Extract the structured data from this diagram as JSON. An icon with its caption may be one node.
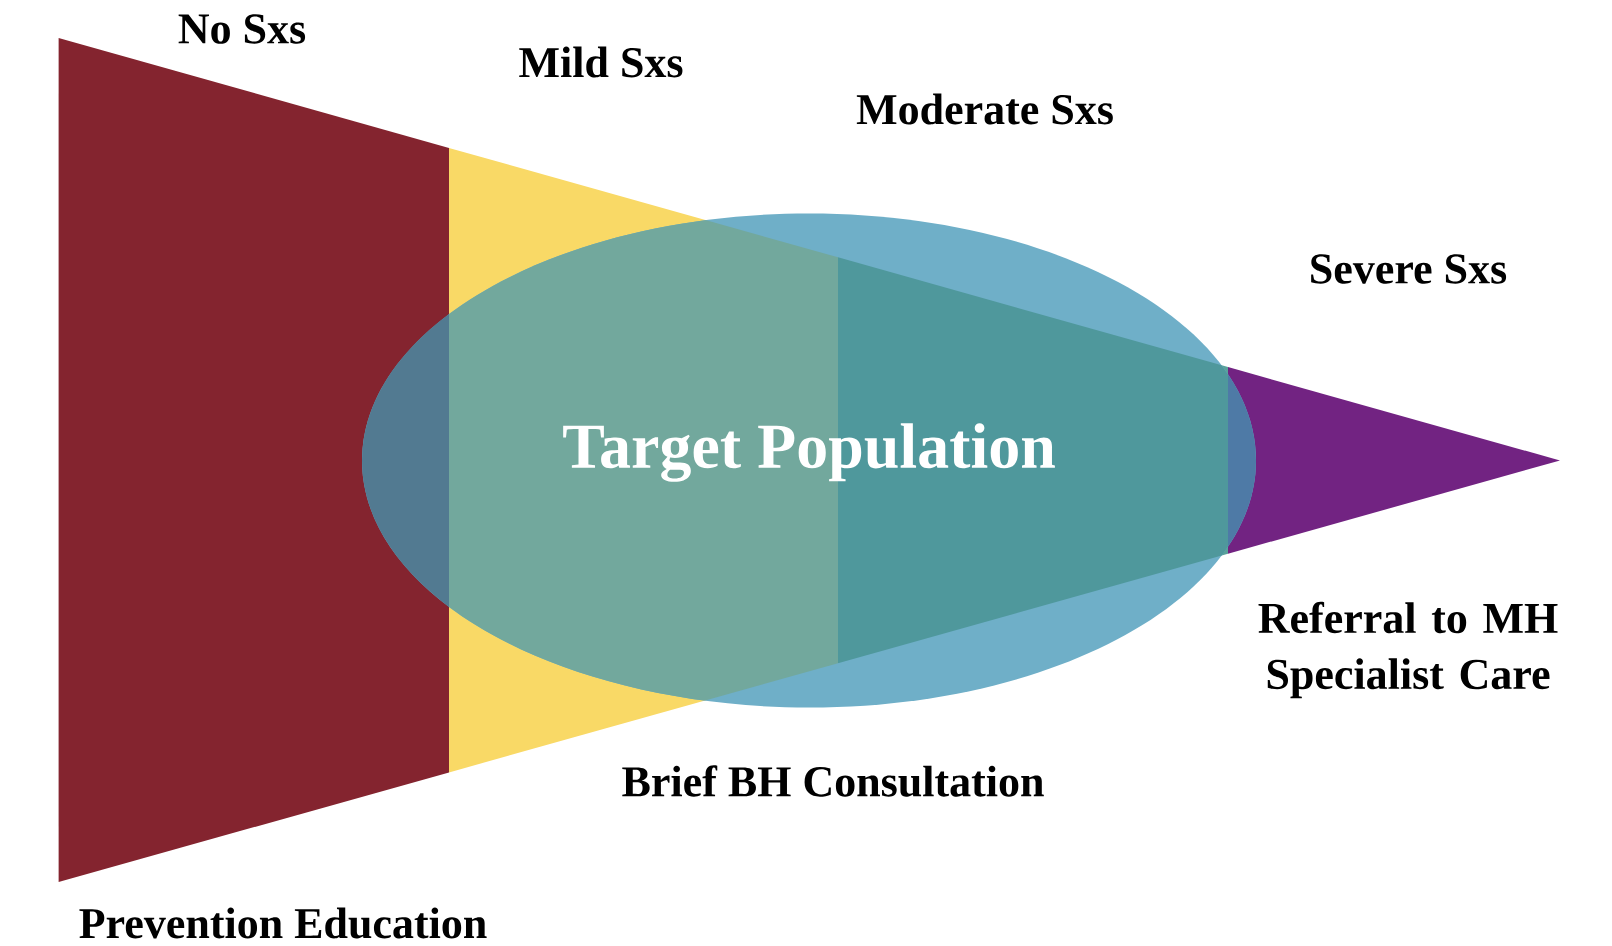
{
  "diagram": {
    "nodes": [
      {
        "text": [
          "Target Population"
        ]
      }
    ],
    "labels": [
      "No Sxs",
      "Mild Sxs",
      "Moderate Sxs",
      "Severe Sxs",
      "Referral to MH Specialist Care",
      "Brief BH Consultation",
      "Prevention Education"
    ]
  }
}
